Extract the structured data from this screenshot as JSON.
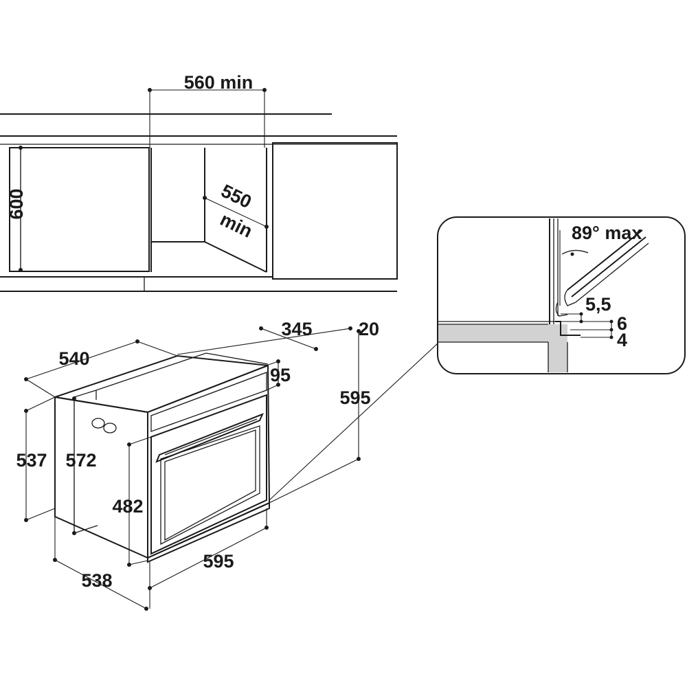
{
  "dimensions": {
    "niche_width": "560 min",
    "niche_height": "600",
    "niche_depth": "550",
    "niche_depth_suffix": "min",
    "door_angle": "89° max",
    "detail_a": "5,5",
    "detail_b": "6",
    "detail_c": "4",
    "oven_top_depth": "345",
    "oven_top_offset": "20",
    "oven_side_depth": "540",
    "panel_offset": "95",
    "oven_height": "595",
    "side_height_a": "537",
    "side_height_b": "572",
    "door_height": "482",
    "oven_width": "595",
    "bottom_depth": "538"
  }
}
